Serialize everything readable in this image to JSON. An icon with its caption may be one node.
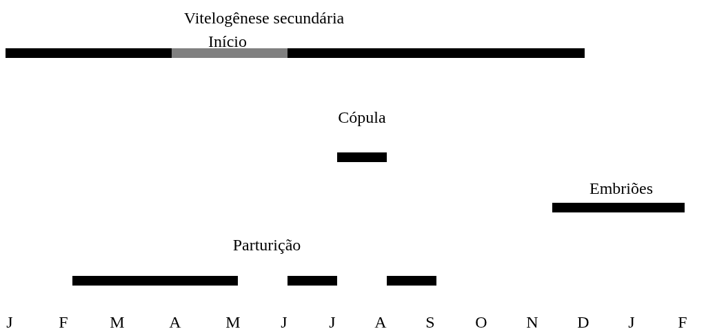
{
  "diagram": {
    "nodes": [
      {
        "text": [
          "Vitelogênese secundária"
        ]
      },
      {
        "text": [
          "Início"
        ],
        "in": 0
      },
      {
        "text": [
          "Cópula"
        ]
      },
      {
        "text": [
          "Embriões"
        ]
      },
      {
        "text": [],
        "shape": "bar"
      },
      {
        "text": [],
        "shape": "bar"
      },
      {
        "text": [],
        "shape": "bar"
      }
    ],
    "labels": [
      "Parturição",
      "J",
      "F",
      "M",
      "A",
      "M",
      "J",
      "J",
      "A",
      "S",
      "O",
      "N",
      "D",
      "J",
      "F"
    ]
  }
}
